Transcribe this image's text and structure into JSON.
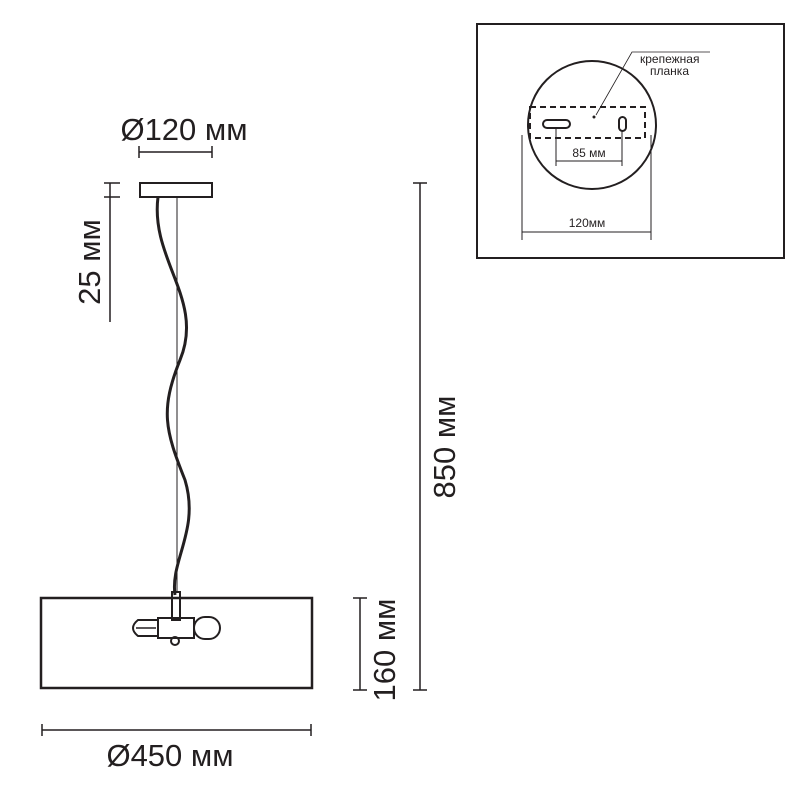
{
  "dimensions": {
    "canopy_diameter": "Ø120 мм",
    "canopy_height": "25 мм",
    "total_height": "850 мм",
    "shade_height": "160 мм",
    "shade_diameter": "Ø450 мм"
  },
  "inset": {
    "label_line1": "крепежная",
    "label_line2": "планка",
    "hole_distance": "85 мм",
    "canopy_width": "120мм"
  }
}
